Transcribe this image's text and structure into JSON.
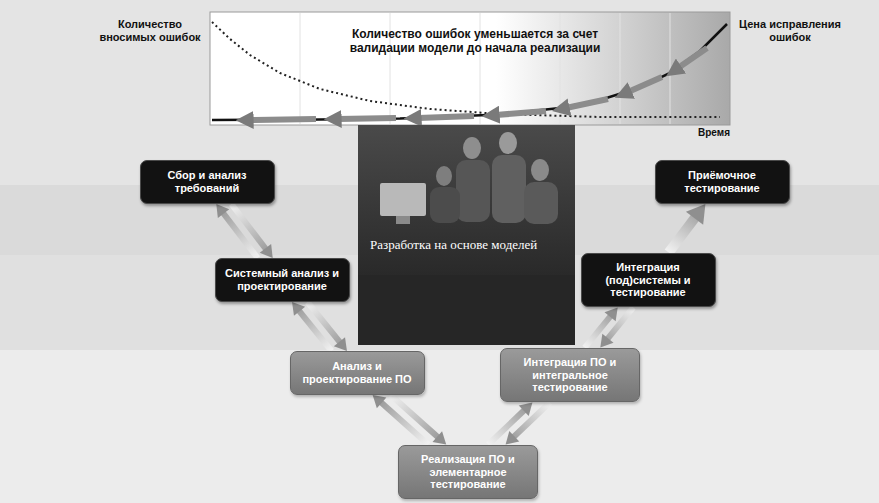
{
  "diagram": {
    "nodes": [
      {
        "text": [
          "Сбор и анализ требований"
        ]
      },
      {
        "text": [
          "Системный анализ и проектирование"
        ]
      },
      {
        "text": [
          "Анализ и проектирование ПО"
        ]
      },
      {
        "text": [
          "Реализация ПО и элементарное тестирование"
        ]
      },
      {
        "text": [
          "Интеграция ПО и интегральное тестирование"
        ]
      },
      {
        "text": [
          "Интеграция (под)системы и тестирование"
        ]
      },
      {
        "text": [
          "Приёмочное тестирование"
        ]
      },
      {
        "text": [
          "Разработка на основе моделей"
        ]
      }
    ],
    "edges": [
      {
        "from": 0,
        "to": 1,
        "arrow": "both"
      },
      {
        "from": 1,
        "to": 2,
        "arrow": "both"
      },
      {
        "from": 2,
        "to": 3,
        "arrow": "both"
      },
      {
        "from": 3,
        "to": 4,
        "arrow": "both"
      },
      {
        "from": 4,
        "to": 5,
        "arrow": "both"
      },
      {
        "from": 5,
        "to": 6,
        "arrow": "to"
      }
    ],
    "labels": [
      "Количество вносимых ошибок",
      "Количество ошибок уменьшается за счет валидации модели до начала реализации",
      "Цена исправления ошибок",
      "Время"
    ]
  }
}
